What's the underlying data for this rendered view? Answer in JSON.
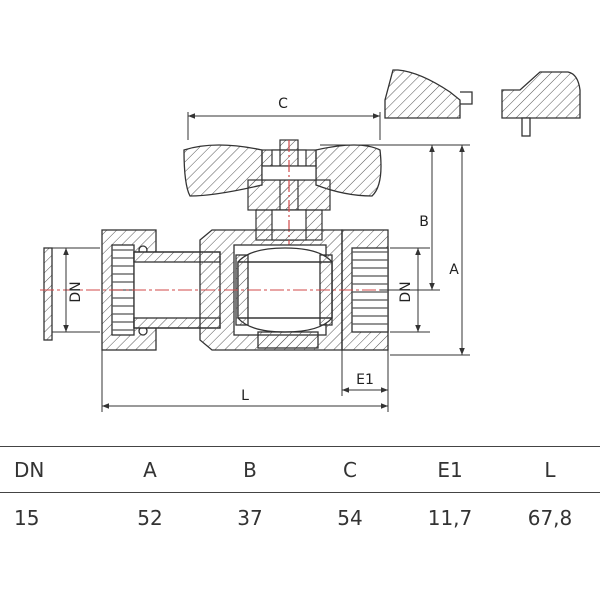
{
  "drawing": {
    "labels": {
      "c": "C",
      "b": "B",
      "a": "A",
      "dn_left": "DN",
      "dn_right": "DN",
      "e1": "E1",
      "l": "L"
    },
    "colors": {
      "line": "#333333",
      "centerline": "#d04a4a"
    }
  },
  "table": {
    "headers": [
      "DN",
      "A",
      "B",
      "C",
      "E1",
      "L"
    ],
    "rows": [
      [
        "15",
        "52",
        "37",
        "54",
        "11,7",
        "67,8"
      ]
    ]
  }
}
